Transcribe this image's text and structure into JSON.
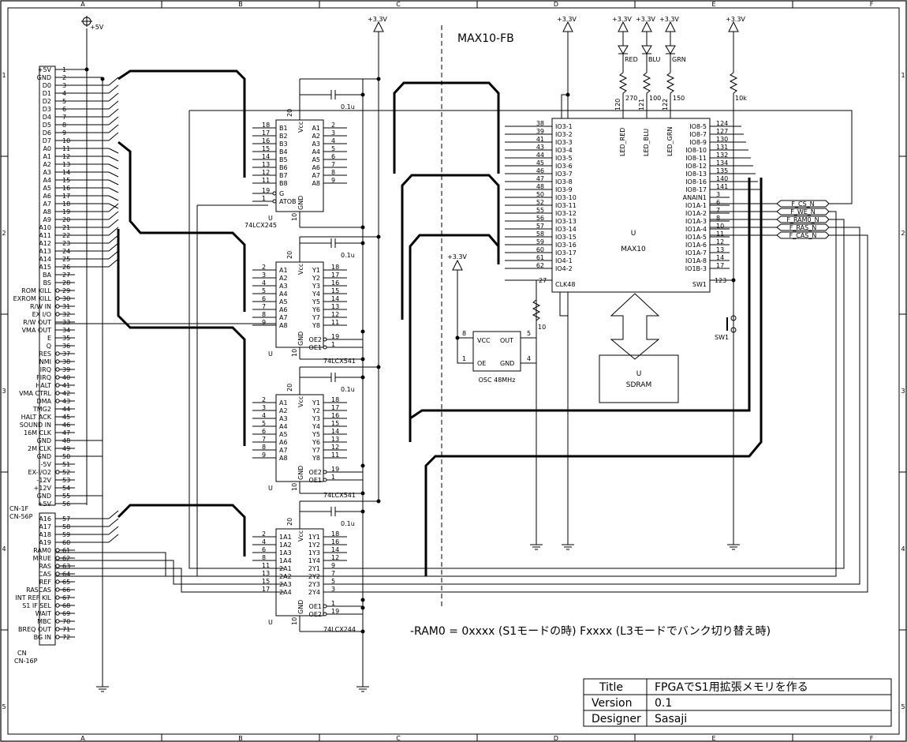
{
  "sheet": {
    "col_letters": [
      "A",
      "B",
      "C",
      "D",
      "E",
      "F"
    ],
    "row_numbers": [
      "1",
      "2",
      "3",
      "4",
      "5"
    ]
  },
  "fpga": {
    "board_title": "MAX10-FB",
    "designator": "U",
    "part": "MAX10",
    "left_pins": [
      {
        "num": "38",
        "name": "IO3-1"
      },
      {
        "num": "39",
        "name": "IO3-2"
      },
      {
        "num": "41",
        "name": "IO3-3"
      },
      {
        "num": "43",
        "name": "IO3-4"
      },
      {
        "num": "44",
        "name": "IO3-5"
      },
      {
        "num": "45",
        "name": "IO3-6"
      },
      {
        "num": "46",
        "name": "IO3-7"
      },
      {
        "num": "47",
        "name": "IO3-8"
      },
      {
        "num": "48",
        "name": "IO3-9"
      },
      {
        "num": "50",
        "name": "IO3-10"
      },
      {
        "num": "52",
        "name": "IO3-11"
      },
      {
        "num": "55",
        "name": "IO3-12"
      },
      {
        "num": "56",
        "name": "IO3-13"
      },
      {
        "num": "57",
        "name": "IO3-14"
      },
      {
        "num": "58",
        "name": "IO3-15"
      },
      {
        "num": "59",
        "name": "IO3-16"
      },
      {
        "num": "60",
        "name": "IO3-17"
      },
      {
        "num": "61",
        "name": "IO4-1"
      },
      {
        "num": "62",
        "name": "IO4-2"
      }
    ],
    "right_pins": [
      {
        "num": "124",
        "name": "IO8-5"
      },
      {
        "num": "127",
        "name": "IO8-7"
      },
      {
        "num": "130",
        "name": "IO8-9"
      },
      {
        "num": "131",
        "name": "IO8-10"
      },
      {
        "num": "132",
        "name": "IO8-11"
      },
      {
        "num": "134",
        "name": "IO8-12"
      },
      {
        "num": "135",
        "name": "IO8-13"
      },
      {
        "num": "140",
        "name": "IO8-16"
      },
      {
        "num": "141",
        "name": "IO8-17"
      },
      {
        "num": "3",
        "name": "ANAIN1"
      },
      {
        "num": "6",
        "name": "IO1A-1"
      },
      {
        "num": "7",
        "name": "IO1A-2"
      },
      {
        "num": "8",
        "name": "IO1A-3"
      },
      {
        "num": "10",
        "name": "IO1A-4"
      },
      {
        "num": "11",
        "name": "IO1A-5"
      },
      {
        "num": "12",
        "name": "IO1A-6"
      },
      {
        "num": "13",
        "name": "IO1A-7"
      },
      {
        "num": "14",
        "name": "IO1A-8"
      },
      {
        "num": "17",
        "name": "IO1B-3"
      }
    ],
    "clk": {
      "num": "27",
      "name": "CLK48"
    },
    "sw": {
      "num": "123",
      "name": "SW1"
    },
    "leds": [
      {
        "pin": "120",
        "net": "LED_RED",
        "res": "270",
        "label": "RED"
      },
      {
        "pin": "121",
        "net": "LED_BLU",
        "res": "100",
        "label": "BLU"
      },
      {
        "pin": "122",
        "net": "LED_GRN",
        "res": "150",
        "label": "GRN"
      }
    ],
    "pullup": "10k",
    "sdram_des": "U",
    "sdram": "SDRAM",
    "switch_label": "SW1",
    "clk_res": "10"
  },
  "power": {
    "p5": "+5V",
    "p33": "+3.3V"
  },
  "osc": {
    "name": "OSC 48MHz",
    "vcc": "VCC",
    "out": "OUT",
    "oe": "OE",
    "gnd": "GND",
    "pin_vcc": "8",
    "pin_out": "5",
    "pin_oe": "1",
    "pin_gnd": "4"
  },
  "ics": [
    {
      "designator": "U",
      "part": "74LCX245",
      "cap": "0.1u",
      "vcc": "Vcc",
      "gnd": "GND",
      "vcc_pin": "20",
      "gnd_pin": "10",
      "left": [
        [
          "18",
          "B1"
        ],
        [
          "17",
          "B2"
        ],
        [
          "16",
          "B3"
        ],
        [
          "15",
          "B4"
        ],
        [
          "14",
          "B5"
        ],
        [
          "13",
          "B6"
        ],
        [
          "12",
          "B7"
        ],
        [
          "11",
          "B8"
        ]
      ],
      "right": [
        [
          "A1",
          "2"
        ],
        [
          "A2",
          "3"
        ],
        [
          "A3",
          "4"
        ],
        [
          "A4",
          "5"
        ],
        [
          "A5",
          "6"
        ],
        [
          "A6",
          "7"
        ],
        [
          "A7",
          "8"
        ],
        [
          "A8",
          "9"
        ]
      ],
      "extra": [
        [
          "19",
          "G"
        ],
        [
          "1",
          "ATOB"
        ]
      ]
    },
    {
      "designator": "U",
      "part": "74LCX541",
      "cap": "0.1u",
      "vcc": "Vcc",
      "gnd": "GND",
      "vcc_pin": "20",
      "gnd_pin": "10",
      "left": [
        [
          "2",
          "A1"
        ],
        [
          "3",
          "A2"
        ],
        [
          "4",
          "A3"
        ],
        [
          "5",
          "A4"
        ],
        [
          "6",
          "A5"
        ],
        [
          "7",
          "A6"
        ],
        [
          "8",
          "A7"
        ],
        [
          "9",
          "A8"
        ]
      ],
      "right": [
        [
          "Y1",
          "18"
        ],
        [
          "Y2",
          "17"
        ],
        [
          "Y3",
          "16"
        ],
        [
          "Y4",
          "15"
        ],
        [
          "Y5",
          "14"
        ],
        [
          "Y6",
          "13"
        ],
        [
          "Y7",
          "12"
        ],
        [
          "Y8",
          "11"
        ]
      ],
      "oe": [
        [
          "OE2",
          "19"
        ],
        [
          "OE1",
          "1"
        ]
      ]
    },
    {
      "designator": "U",
      "part": "74LCX541",
      "cap": "0.1u",
      "vcc": "Vcc",
      "gnd": "GND",
      "vcc_pin": "20",
      "gnd_pin": "10",
      "left": [
        [
          "2",
          "A1"
        ],
        [
          "3",
          "A2"
        ],
        [
          "4",
          "A3"
        ],
        [
          "5",
          "A4"
        ],
        [
          "6",
          "A5"
        ],
        [
          "7",
          "A6"
        ],
        [
          "8",
          "A7"
        ],
        [
          "9",
          "A8"
        ]
      ],
      "right": [
        [
          "Y1",
          "18"
        ],
        [
          "Y2",
          "17"
        ],
        [
          "Y3",
          "16"
        ],
        [
          "Y4",
          "15"
        ],
        [
          "Y5",
          "14"
        ],
        [
          "Y6",
          "13"
        ],
        [
          "Y7",
          "12"
        ],
        [
          "Y8",
          "11"
        ]
      ],
      "oe": [
        [
          "OE2",
          "19"
        ],
        [
          "OE1",
          "1"
        ]
      ]
    },
    {
      "designator": "U",
      "part": "74LCX244",
      "cap": "0.1u",
      "vcc": "Vcc",
      "gnd": "GND",
      "vcc_pin": "20",
      "gnd_pin": "10",
      "left": [
        [
          "2",
          "1A1"
        ],
        [
          "4",
          "1A2"
        ],
        [
          "6",
          "1A3"
        ],
        [
          "8",
          "1A4"
        ],
        [
          "11",
          "2A1"
        ],
        [
          "13",
          "2A2"
        ],
        [
          "15",
          "2A3"
        ],
        [
          "17",
          "2A4"
        ]
      ],
      "right": [
        [
          "1Y1",
          "18"
        ],
        [
          "1Y2",
          "16"
        ],
        [
          "1Y3",
          "14"
        ],
        [
          "1Y4",
          "12"
        ],
        [
          "2Y1",
          "9"
        ],
        [
          "2Y2",
          "7"
        ],
        [
          "2Y3",
          "5"
        ],
        [
          "2Y4",
          "3"
        ]
      ],
      "oe": [
        [
          "OE1",
          "1"
        ],
        [
          "OE2",
          "19"
        ]
      ]
    }
  ],
  "connector_main": {
    "name": "CN-1F",
    "part": "CN-56P",
    "pins": [
      {
        "n": "1",
        "l": "+5V"
      },
      {
        "n": "2",
        "l": "GND"
      },
      {
        "n": "3",
        "l": "D0"
      },
      {
        "n": "4",
        "l": "D1"
      },
      {
        "n": "5",
        "l": "D2"
      },
      {
        "n": "6",
        "l": "D3"
      },
      {
        "n": "7",
        "l": "D4"
      },
      {
        "n": "8",
        "l": "D5"
      },
      {
        "n": "9",
        "l": "D6"
      },
      {
        "n": "10",
        "l": "D7"
      },
      {
        "n": "11",
        "l": "A0"
      },
      {
        "n": "12",
        "l": "A1"
      },
      {
        "n": "13",
        "l": "A2"
      },
      {
        "n": "14",
        "l": "A3"
      },
      {
        "n": "15",
        "l": "A4"
      },
      {
        "n": "16",
        "l": "A5"
      },
      {
        "n": "17",
        "l": "A6"
      },
      {
        "n": "18",
        "l": "A7"
      },
      {
        "n": "19",
        "l": "A8"
      },
      {
        "n": "20",
        "l": "A9"
      },
      {
        "n": "21",
        "l": "A10"
      },
      {
        "n": "22",
        "l": "A11"
      },
      {
        "n": "23",
        "l": "A12"
      },
      {
        "n": "24",
        "l": "A13"
      },
      {
        "n": "25",
        "l": "A14"
      },
      {
        "n": "26",
        "l": "A15"
      },
      {
        "n": "27",
        "l": "BA"
      },
      {
        "n": "28",
        "l": "BS"
      },
      {
        "n": "29",
        "l": "ROM KILL"
      },
      {
        "n": "30",
        "l": "EXROM KILL"
      },
      {
        "n": "31",
        "l": "R/W IN"
      },
      {
        "n": "32",
        "l": "EX I/O"
      },
      {
        "n": "33",
        "l": "R/W OUT"
      },
      {
        "n": "34",
        "l": "VMA OUT"
      },
      {
        "n": "35",
        "l": "E"
      },
      {
        "n": "36",
        "l": "Q"
      },
      {
        "n": "37",
        "l": "RES"
      },
      {
        "n": "38",
        "l": "NMI"
      },
      {
        "n": "39",
        "l": "IRQ"
      },
      {
        "n": "40",
        "l": "FIRQ"
      },
      {
        "n": "41",
        "l": "HALT"
      },
      {
        "n": "42",
        "l": "VMA CTRL"
      },
      {
        "n": "43",
        "l": "DMA"
      },
      {
        "n": "44",
        "l": "TMG2"
      },
      {
        "n": "45",
        "l": "HALT ACK"
      },
      {
        "n": "46",
        "l": "SOUND IN"
      },
      {
        "n": "47",
        "l": "16M CLK"
      },
      {
        "n": "48",
        "l": "GND"
      },
      {
        "n": "49",
        "l": "2M CLK"
      },
      {
        "n": "50",
        "l": "GND"
      },
      {
        "n": "51",
        "l": "-5V"
      },
      {
        "n": "52",
        "l": "EX-I/O2"
      },
      {
        "n": "53",
        "l": "-12V"
      },
      {
        "n": "54",
        "l": "+12V"
      },
      {
        "n": "55",
        "l": "GND"
      },
      {
        "n": "56",
        "l": "+5V"
      }
    ]
  },
  "connector_sub": {
    "name": "CN",
    "part": "CN-16P",
    "pins": [
      {
        "n": "57",
        "l": "A16"
      },
      {
        "n": "58",
        "l": "A17"
      },
      {
        "n": "59",
        "l": "A18"
      },
      {
        "n": "60",
        "l": "A19"
      },
      {
        "n": "61",
        "l": "RAM0"
      },
      {
        "n": "62",
        "l": "MRUE"
      },
      {
        "n": "63",
        "l": "RAS"
      },
      {
        "n": "64",
        "l": "CAS"
      },
      {
        "n": "65",
        "l": "REF"
      },
      {
        "n": "66",
        "l": "RASCAS"
      },
      {
        "n": "67",
        "l": "INT REF KIL"
      },
      {
        "n": "68",
        "l": "S1 IF SEL"
      },
      {
        "n": "69",
        "l": "WAIT"
      },
      {
        "n": "70",
        "l": "MBC"
      },
      {
        "n": "71",
        "l": "BREQ OUT"
      },
      {
        "n": "72",
        "l": "BG IN"
      }
    ]
  },
  "net_labels": [
    "F_CS_N",
    "F_WE_N",
    "F_RAM0_N",
    "F_RAS_N",
    "F_CAS_N"
  ],
  "note": "-RAM0 = 0xxxx (S1モードの時) Fxxxx (L3モードでバンク切り替え時)",
  "title_block": [
    {
      "key": "Title",
      "value": "FPGAでS1用拡張メモリを作る"
    },
    {
      "key": "Version",
      "value": "0.1"
    },
    {
      "key": "Designer",
      "value": "Sasaji"
    }
  ]
}
